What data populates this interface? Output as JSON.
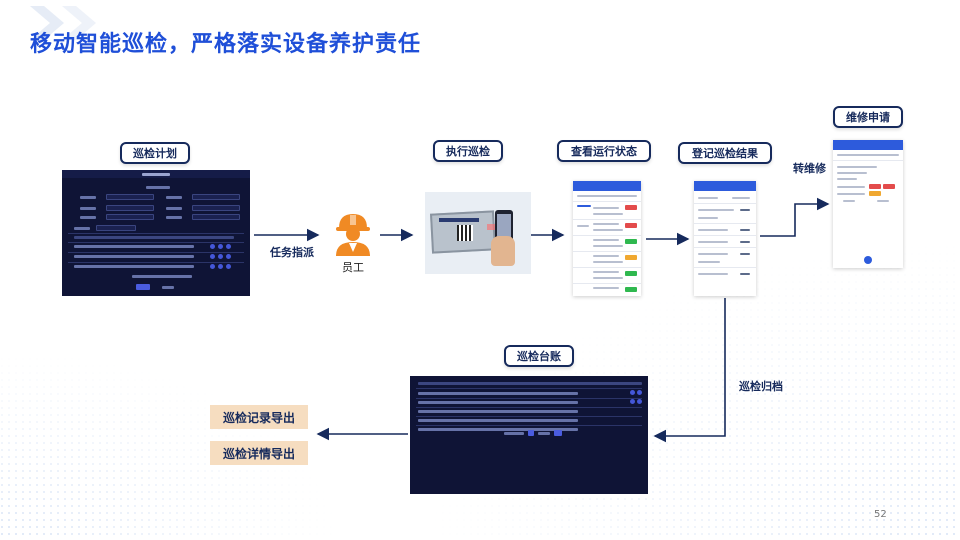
{
  "slide": {
    "title": "移动智能巡检，严格落实设备养护责任",
    "page_number": "52"
  },
  "flow": {
    "plan": "巡检计划",
    "dispatch": "任务指派",
    "worker": "员工",
    "execute": "执行巡检",
    "status": "查看运行状态",
    "record": "登记巡检结果",
    "to_repair": "转维修",
    "repair": "维修申请",
    "archive": "巡检归档",
    "ledger": "巡检台账",
    "export_records": "巡检记录导出",
    "export_details": "巡检详情导出"
  },
  "colors": {
    "title": "#1f4fd8",
    "box_border": "#162a5c",
    "export_bg": "#f6ddc0",
    "worker_orange": "#f08a24",
    "phone_header": "#2d5bdc",
    "dark_screen": "#0f1436"
  }
}
